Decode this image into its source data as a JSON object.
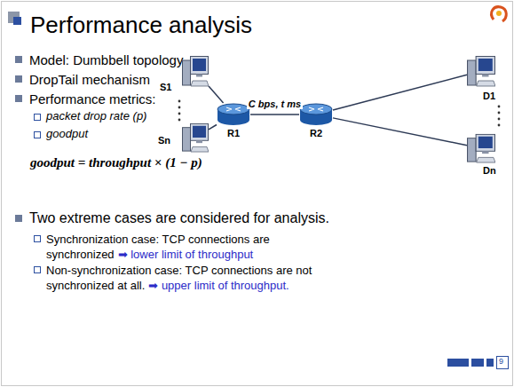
{
  "diagram": {
    "title": "Performance analysis",
    "nodes": [
      {
        "text": [
          "S1"
        ]
      },
      {
        "text": [
          "Sn"
        ]
      },
      {
        "text": [
          "R1"
        ]
      },
      {
        "text": [
          "R2"
        ]
      },
      {
        "text": [
          "D1"
        ]
      },
      {
        "text": [
          "Dn"
        ]
      }
    ],
    "edges": [
      {
        "from": 0,
        "to": 2,
        "arrow": "none"
      },
      {
        "from": 1,
        "to": 2,
        "arrow": "none"
      },
      {
        "from": 2,
        "to": 3,
        "label": "C bps, t ms",
        "arrow": "none"
      },
      {
        "from": 3,
        "to": 4,
        "arrow": "none"
      },
      {
        "from": 3,
        "to": 5,
        "arrow": "none"
      }
    ],
    "labels": [
      "Model: Dumbbell topology",
      "DropTail mechanism",
      "Performance metrics:",
      "packet drop rate (p)",
      "goodput",
      "goodput = throughput × (1 − p)",
      "Two extreme cases are considered for analysis.",
      "Synchronization case: TCP connections are synchronized",
      "➡ lower limit of throughput",
      "Non-synchronization case: TCP connections are not synchronized at all.",
      "➡ upper limit of throughput.",
      "9"
    ]
  }
}
